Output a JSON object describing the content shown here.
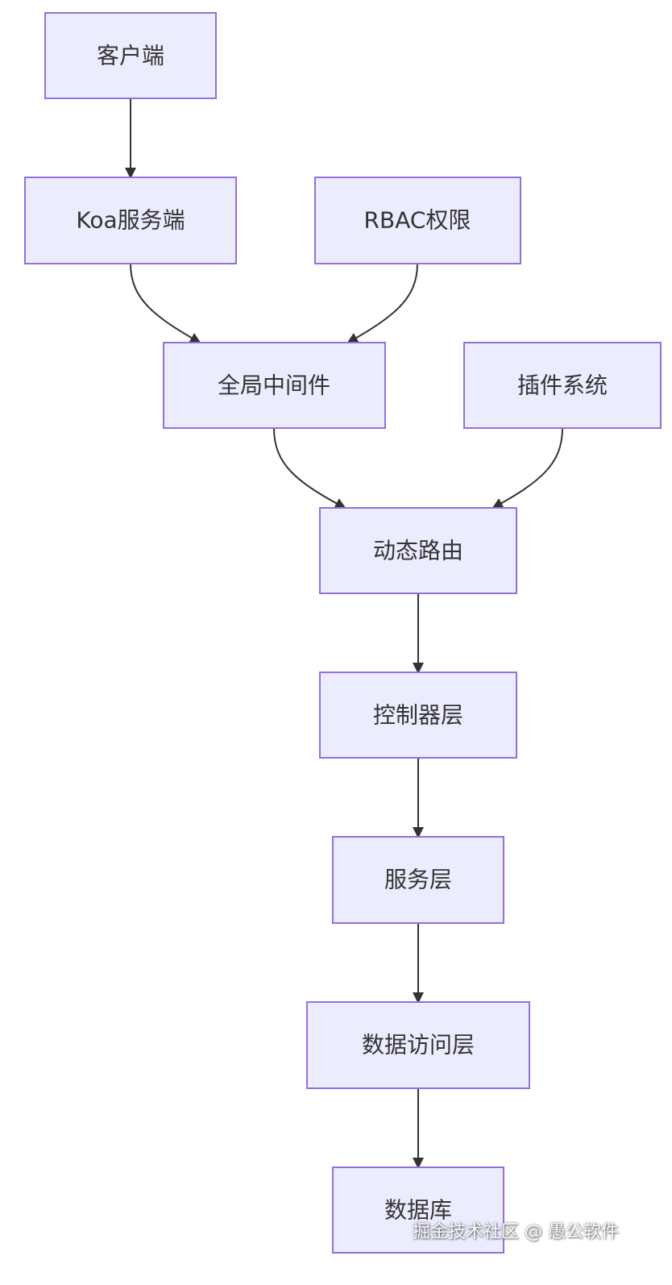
{
  "diagram": {
    "nodes": {
      "client": "客户端",
      "koa_server": "Koa服务端",
      "rbac": "RBAC权限",
      "global_middleware": "全局中间件",
      "plugin_system": "插件系统",
      "dynamic_routing": "动态路由",
      "controller_layer": "控制器层",
      "service_layer": "服务层",
      "data_access_layer": "数据访问层",
      "database": "数据库"
    },
    "edges": [
      [
        "client",
        "koa_server"
      ],
      [
        "koa_server",
        "global_middleware"
      ],
      [
        "rbac",
        "global_middleware"
      ],
      [
        "global_middleware",
        "dynamic_routing"
      ],
      [
        "plugin_system",
        "dynamic_routing"
      ],
      [
        "dynamic_routing",
        "controller_layer"
      ],
      [
        "controller_layer",
        "service_layer"
      ],
      [
        "service_layer",
        "data_access_layer"
      ],
      [
        "data_access_layer",
        "database"
      ]
    ],
    "colors": {
      "node_fill": "#ececff",
      "node_border": "#9370db",
      "edge": "#333333",
      "text": "#333333"
    }
  },
  "watermark": "掘金技术社区 @ 愚公软件"
}
